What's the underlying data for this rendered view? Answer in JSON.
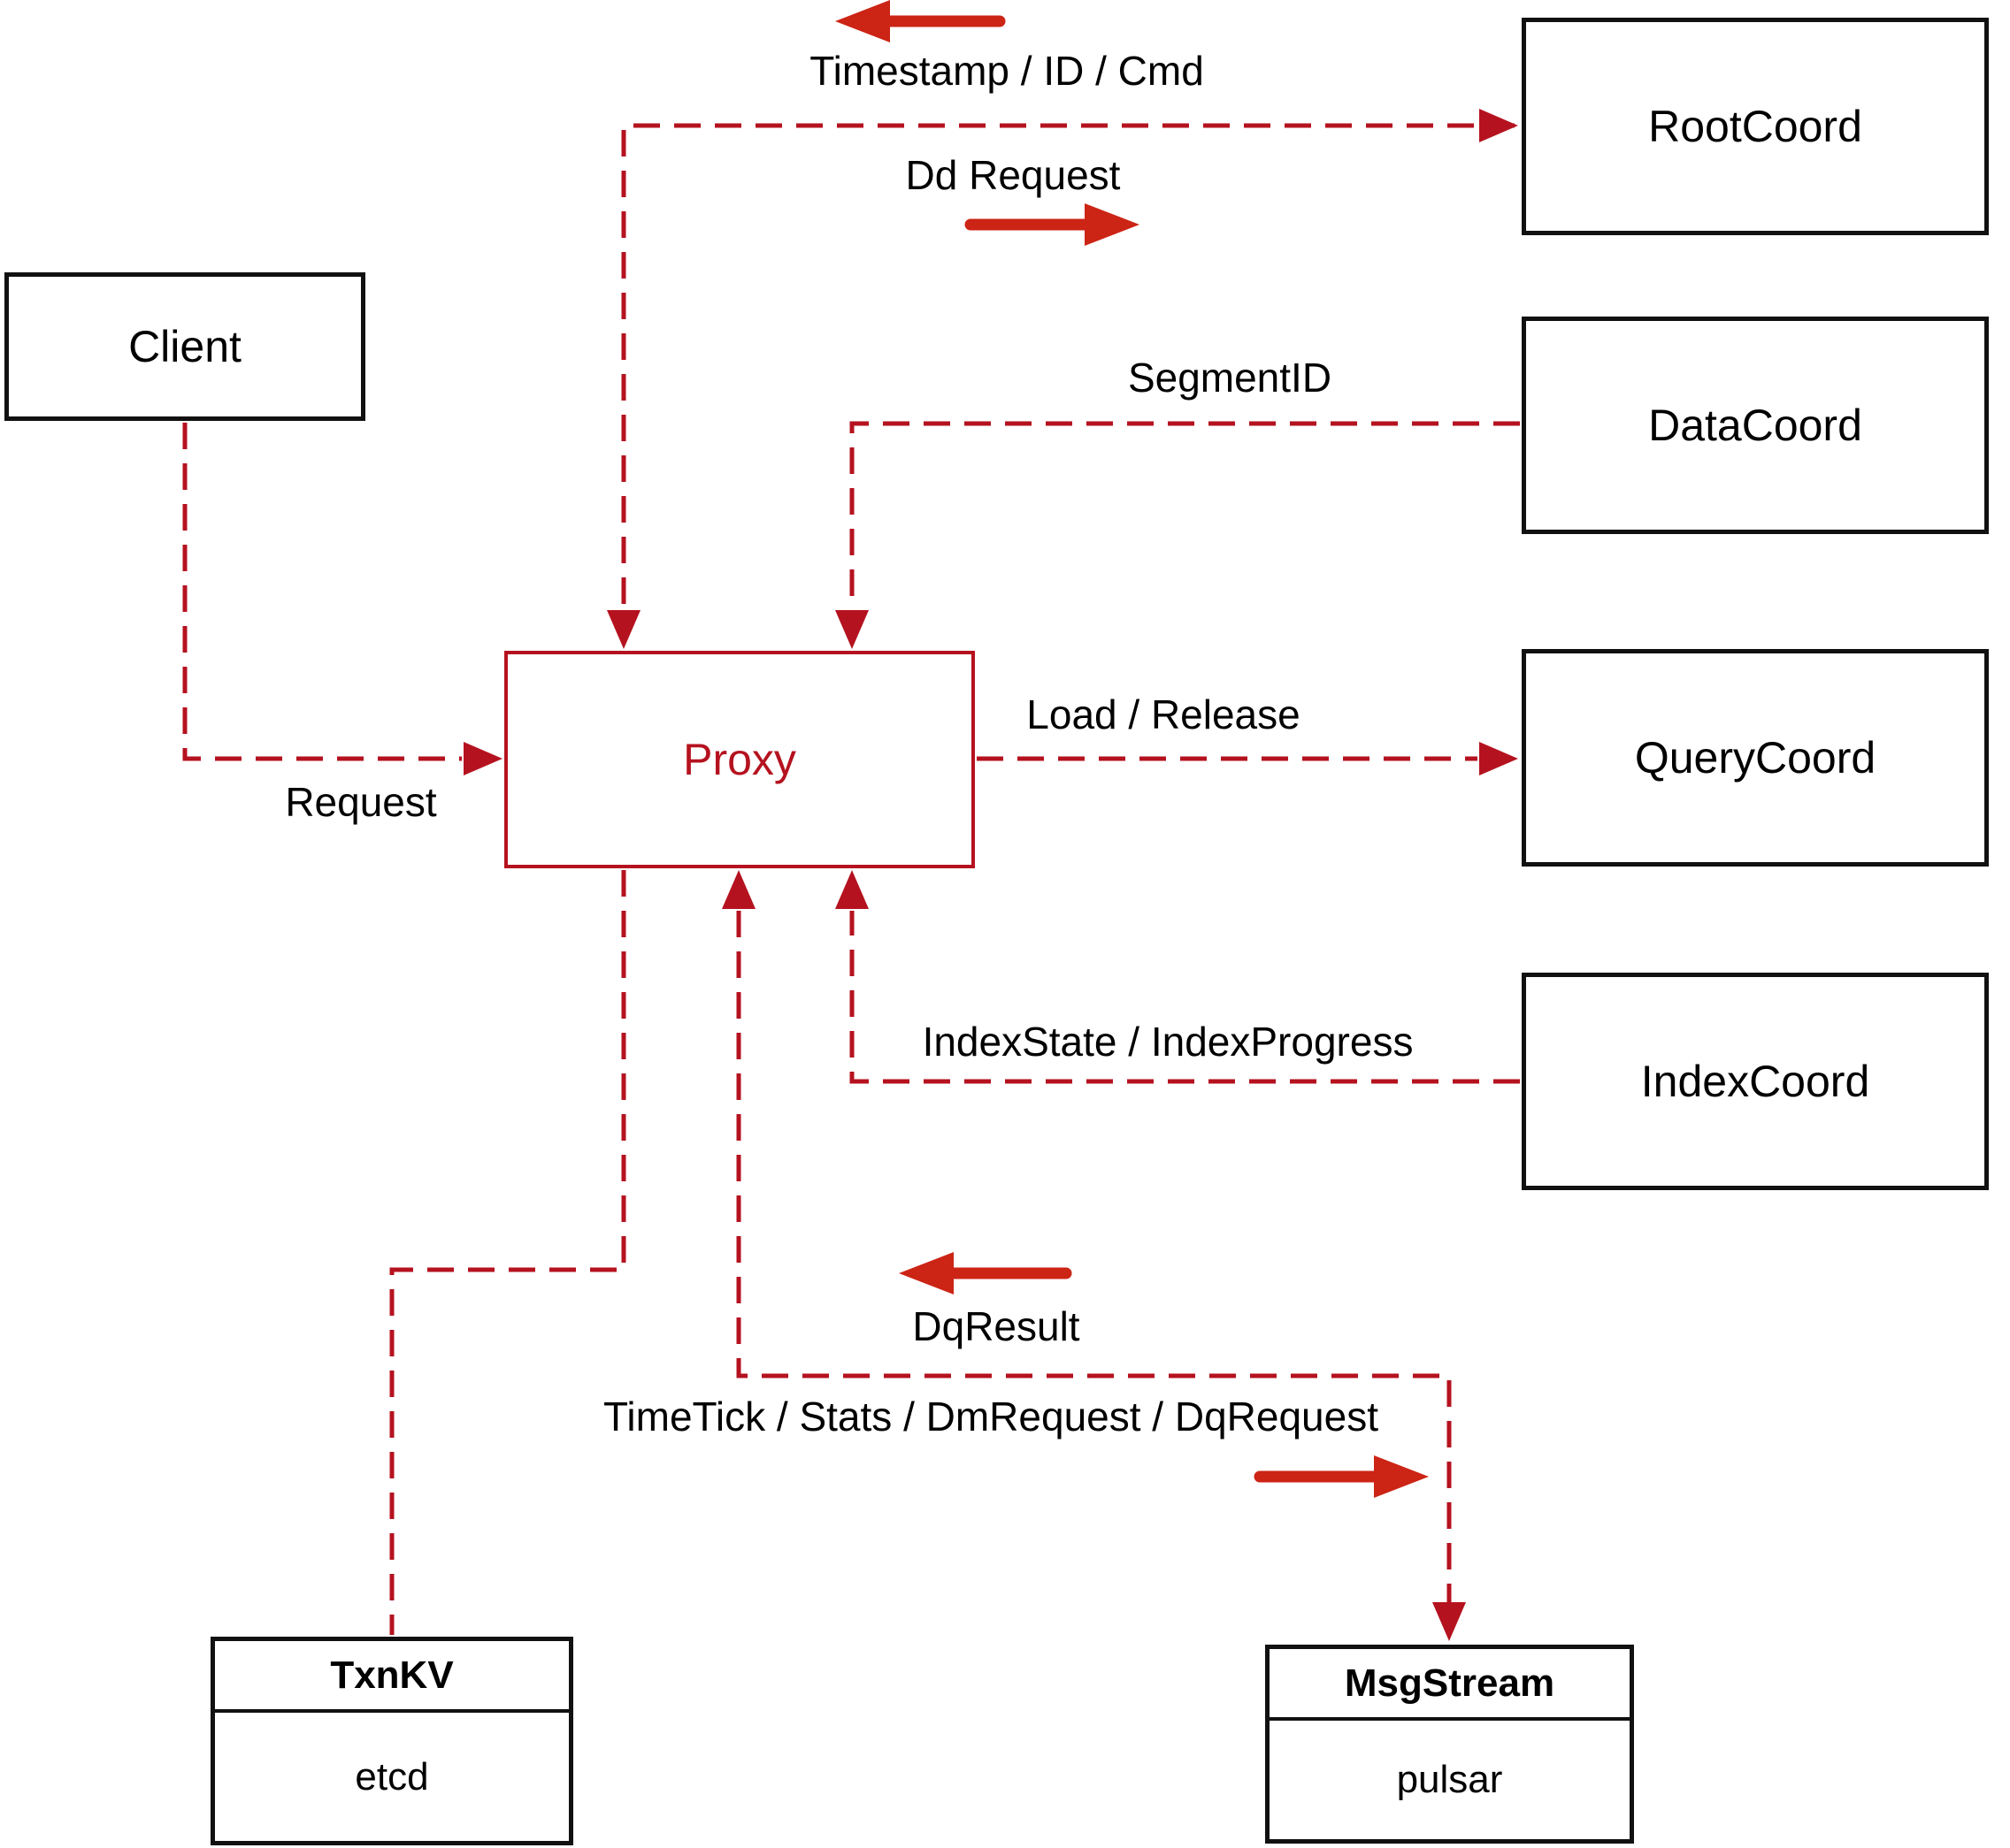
{
  "colors": {
    "dashed_line": "#b5121f",
    "solid_arrow": "#cc2415",
    "box_border": "#111111",
    "text": "#000000",
    "background": "#ffffff"
  },
  "nodes": {
    "client": {
      "label": "Client"
    },
    "proxy": {
      "label": "Proxy"
    },
    "rootcoord": {
      "label": "RootCoord"
    },
    "datacoord": {
      "label": "DataCoord"
    },
    "querycoord": {
      "label": "QueryCoord"
    },
    "indexcoord": {
      "label": "IndexCoord"
    },
    "txnkv": {
      "title": "TxnKV",
      "subtitle": "etcd"
    },
    "msgstream": {
      "title": "MsgStream",
      "subtitle": "pulsar"
    }
  },
  "edge_labels": {
    "timestamp": "Timestamp / ID / Cmd",
    "dd_request": "Dd Request",
    "segment_id": "SegmentID",
    "load_release": "Load / Release",
    "index_state": "IndexState / IndexProgress",
    "request": "Request",
    "dq_result": "DqResult",
    "timetick": "TimeTick / Stats / DmRequest / DqRequest"
  },
  "edges": [
    {
      "from": "Client",
      "to": "Proxy",
      "label": "Request",
      "style": "dashed-arrow"
    },
    {
      "from": "Proxy",
      "to": "RootCoord",
      "label": "Dd Request",
      "reverse_label": "Timestamp / ID / Cmd",
      "style": "dashed-arrow-both-ends"
    },
    {
      "from": "DataCoord",
      "to": "Proxy",
      "label": "SegmentID",
      "style": "dashed-arrow"
    },
    {
      "from": "Proxy",
      "to": "QueryCoord",
      "label": "Load / Release",
      "style": "dashed-arrow"
    },
    {
      "from": "IndexCoord",
      "to": "Proxy",
      "label": "IndexState / IndexProgress",
      "style": "dashed-arrow"
    },
    {
      "from": "Proxy",
      "to": "TxnKV",
      "label": "",
      "style": "dashed"
    },
    {
      "from": "Proxy",
      "to": "MsgStream",
      "label": "TimeTick / Stats / DmRequest / DqRequest",
      "reverse_label": "DqResult",
      "style": "dashed-arrow-both-ends"
    }
  ]
}
